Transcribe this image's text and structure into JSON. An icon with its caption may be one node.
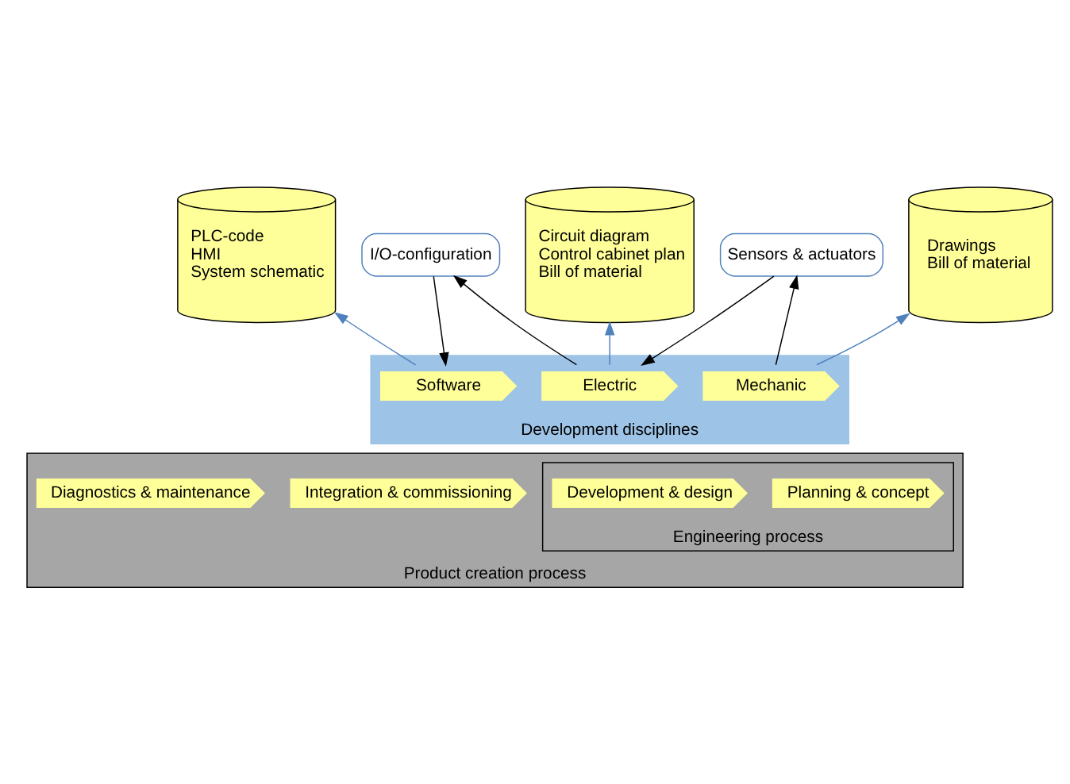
{
  "diagram": {
    "nodes": [
      {
        "text": [
          "Product creation process"
        ]
      },
      {
        "text": [
          "Engineering process"
        ],
        "in": 0
      },
      {
        "text": [
          "Planning & concept"
        ],
        "in": 1
      },
      {
        "text": [
          "Development & design"
        ],
        "in": 1
      },
      {
        "text": [
          "Integration & commissioning"
        ],
        "in": 0
      },
      {
        "text": [
          "Diagnostics & maintenance"
        ],
        "in": 0
      },
      {
        "text": [
          "Development disciplines"
        ]
      },
      {
        "text": [
          "Mechanic"
        ],
        "in": 6
      },
      {
        "text": [
          "Electric"
        ],
        "in": 6
      },
      {
        "text": [
          "Software"
        ],
        "in": 6
      },
      {
        "text": [
          "Drawings",
          "Bill of material"
        ]
      },
      {
        "text": [
          "Circuit diagram",
          "Control cabinet plan",
          "Bill of material"
        ]
      },
      {
        "text": [
          "PLC-code",
          "HMI",
          "System schematic"
        ]
      },
      {
        "text": [
          "Sensors & actuators"
        ]
      },
      {
        "text": [
          "I/O-configuration"
        ]
      }
    ],
    "edges": [
      {
        "from": 7,
        "to": 10,
        "arrow": "to",
        "color": "#4f81bd"
      },
      {
        "from": 8,
        "to": 11,
        "arrow": "to",
        "color": "#4f81bd"
      },
      {
        "from": 9,
        "to": 12,
        "arrow": "to",
        "color": "#4f81bd"
      },
      {
        "from": 7,
        "to": 13,
        "arrow": "to"
      },
      {
        "from": 13,
        "to": 8,
        "arrow": "to"
      },
      {
        "from": 8,
        "to": 14,
        "arrow": "to"
      },
      {
        "from": 14,
        "to": 9,
        "arrow": "to"
      }
    ]
  }
}
